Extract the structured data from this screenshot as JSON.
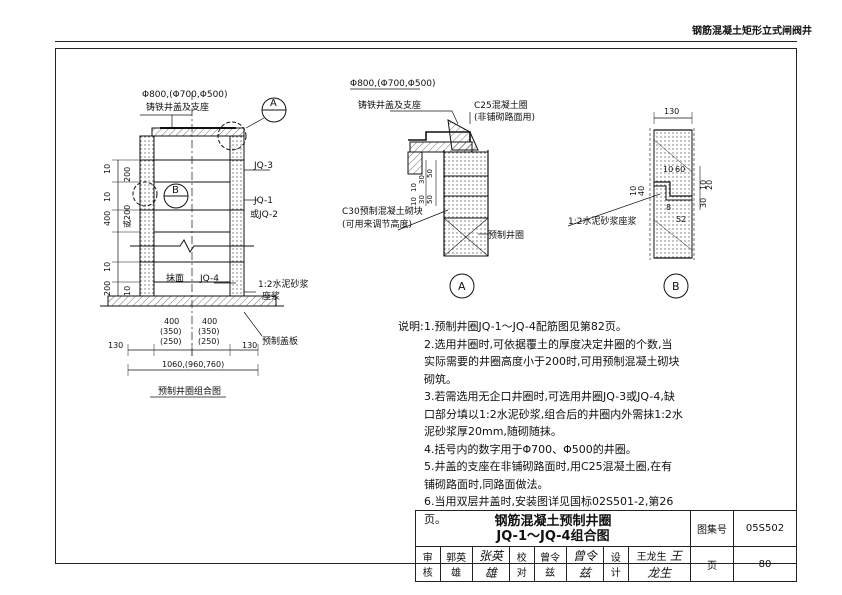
{
  "header_title": "钢筋混凝土矩形立式闸阀井",
  "left_view": {
    "cover_label_line1": "Φ800,(Φ700,Φ500)",
    "cover_label_line2": "铸铁井盖及支座",
    "detail_a_ref": "A",
    "detail_b_ref": "B",
    "ring_jq3": "JQ-3",
    "ring_jq1": "JQ-1",
    "ring_jq2": "或JQ-2",
    "ring_jq4": "JQ-4",
    "plaster_label": "抹面",
    "mortar_label_line1": "1:2水泥砂浆",
    "mortar_label_line2": "座浆",
    "slab_label": "预制盖板",
    "dim_10a": "10",
    "dim_200a": "200",
    "dim_10b": "10",
    "dim_400": "400",
    "dim_or200": "或200",
    "dim_10c": "10",
    "dim_200b": "200",
    "dim_10d": "10",
    "half_w_1": "400",
    "half_w_2": "(350)",
    "half_w_3": "(250)",
    "half_w_4": "400",
    "half_w_5": "(350)",
    "half_w_6": "(250)",
    "side_130a": "130",
    "side_130b": "130",
    "total_width": "1060,(960,760)",
    "caption": "预制井圈组合图"
  },
  "detail_a": {
    "cover_label_line1": "Φ800,(Φ700,Φ500)",
    "cover_label_line2": "铸铁井盖及支座",
    "ring_label_line1": "C25混凝土圈",
    "ring_label_line2": "(非铺砌路面用)",
    "block_label_line1": "C30预制混凝土砌块",
    "block_label_line2": "(可用来调节高度)",
    "well_ring_label": "预制井圈",
    "dims": [
      "10",
      "30",
      "50",
      "10",
      "30",
      "50"
    ],
    "id": "A"
  },
  "detail_b": {
    "dim_130": "130",
    "dim_10": "10",
    "dim_60": "60",
    "dim_10b": "10",
    "dim_40": "40",
    "dim_8": "8",
    "dim_52": "52",
    "dim_30": "30",
    "dim_10c": "10",
    "dim_20": "20",
    "mortar_label": "1:2水泥砂浆座浆",
    "id": "B"
  },
  "notes": {
    "title": "说明:",
    "items": [
      "1.预制井圈JQ-1～JQ-4配筋图见第82页。",
      "2.选用井圈时,可依据覆土的厚度决定井圈的个数,当实际需要的井圈高度小于200时,可用预制混凝土砌块砌筑。",
      "3.若需选用无企口井圈时,可选用井圈JQ-3或JQ-4,缺口部分填以1:2水泥砂浆,组合后的井圈内外需抹1:2水泥砂浆厚20mm,随砌随抹。",
      "4.括号内的数字用于Φ700、Φ500的井圈。",
      "5.井盖的支座在非铺砌路面时,用C25混凝土圈,在有铺砌路面时,同路面做法。",
      "6.当用双层井盖时,安装图详见国标02S501-2,第26页。"
    ]
  },
  "title_block": {
    "title_line1": "钢筋混凝土预制井圈",
    "title_line2": "JQ-1～JQ-4组合图",
    "atlas_label": "图集号",
    "atlas_value": "05S502",
    "review_label": "审核",
    "review_name": "郭英雄",
    "review_sig": "张英雄",
    "check_label": "校对",
    "check_name": "曾令兹",
    "check_sig": "曾令兹",
    "design_label": "设计",
    "design_name": "王龙生",
    "design_sig": "王龙生",
    "page_label": "页",
    "page_value": "80"
  }
}
